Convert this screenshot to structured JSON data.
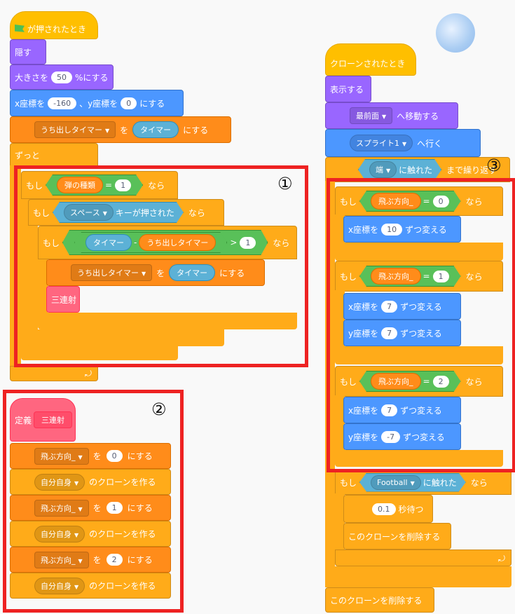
{
  "script1": {
    "hat": "が押されたとき",
    "hide": "隠す",
    "size_pre": "大きさを",
    "size_val": "50",
    "size_post": "%にする",
    "goto_x": "x座標を",
    "goto_xval": "-160",
    "goto_y": "、y座標を",
    "goto_yval": "0",
    "goto_post": "にする",
    "set1_var": "うち出しタイマー",
    "set1_wo": "を",
    "set1_val": "タイマー",
    "set1_post": "にする",
    "forever": "ずっと",
    "if1_moshi": "もし",
    "if1_var": "弾の種類",
    "if1_eq": "=",
    "if1_val": "1",
    "if1_nara": "なら",
    "if2_moshi": "もし",
    "if2_key": "スペース",
    "if2_post": "キーが押された",
    "if2_nara": "なら",
    "if3_moshi": "もし",
    "if3_a": "タイマー",
    "if3_minus": "-",
    "if3_b": "うち出しタイマー",
    "if3_gt": ">",
    "if3_val": "1",
    "if3_nara": "なら",
    "set2_var": "うち出しタイマー",
    "set2_wo": "を",
    "set2_val": "タイマー",
    "set2_post": "にする",
    "call": "三連射"
  },
  "script2": {
    "define": "定義",
    "name": "三連射",
    "rows": [
      {
        "type": "set",
        "var": "飛ぶ方向_",
        "wo": "を",
        "val": "0",
        "post": "にする"
      },
      {
        "type": "clone",
        "target": "自分自身",
        "post": "のクローンを作る"
      },
      {
        "type": "set",
        "var": "飛ぶ方向_",
        "wo": "を",
        "val": "1",
        "post": "にする"
      },
      {
        "type": "clone",
        "target": "自分自身",
        "post": "のクローンを作る"
      },
      {
        "type": "set",
        "var": "飛ぶ方向_",
        "wo": "を",
        "val": "2",
        "post": "にする"
      },
      {
        "type": "clone",
        "target": "自分自身",
        "post": "のクローンを作る"
      }
    ]
  },
  "script3": {
    "hat": "クローンされたとき",
    "show": "表示する",
    "layer": "最前面",
    "layer_post": "へ移動する",
    "goto": "スプライト1",
    "goto_post": "へ行く",
    "until_target": "端",
    "until_mid": "に触れた",
    "until_post": "まで繰り返す",
    "if_a_moshi": "もし",
    "if_a_var": "飛ぶ方向_",
    "if_a_eq": "=",
    "if_a_val": "0",
    "if_a_nara": "なら",
    "cx1_pre": "x座標を",
    "cx1_val": "10",
    "cx1_post": "ずつ変える",
    "if_b_moshi": "もし",
    "if_b_var": "飛ぶ方向_",
    "if_b_eq": "=",
    "if_b_val": "1",
    "if_b_nara": "なら",
    "cx2_pre": "x座標を",
    "cx2_val": "7",
    "cx2_post": "ずつ変える",
    "cy2_pre": "y座標を",
    "cy2_val": "7",
    "cy2_post": "ずつ変える",
    "if_c_moshi": "もし",
    "if_c_var": "飛ぶ方向_",
    "if_c_eq": "=",
    "if_c_val": "2",
    "if_c_nara": "なら",
    "cx3_pre": "x座標を",
    "cx3_val": "7",
    "cx3_post": "ずつ変える",
    "cy3_pre": "y座標を",
    "cy3_val": "-7",
    "cy3_post": "ずつ変える",
    "if_d_moshi": "もし",
    "if_d_target": "Football",
    "if_d_mid": "に触れた",
    "if_d_nara": "なら",
    "wait_val": "0.1",
    "wait_post": "秒待つ",
    "del1": "このクローンを削除する",
    "del2": "このクローンを削除する"
  },
  "annotations": {
    "one": "①",
    "two": "②",
    "three": "③"
  }
}
